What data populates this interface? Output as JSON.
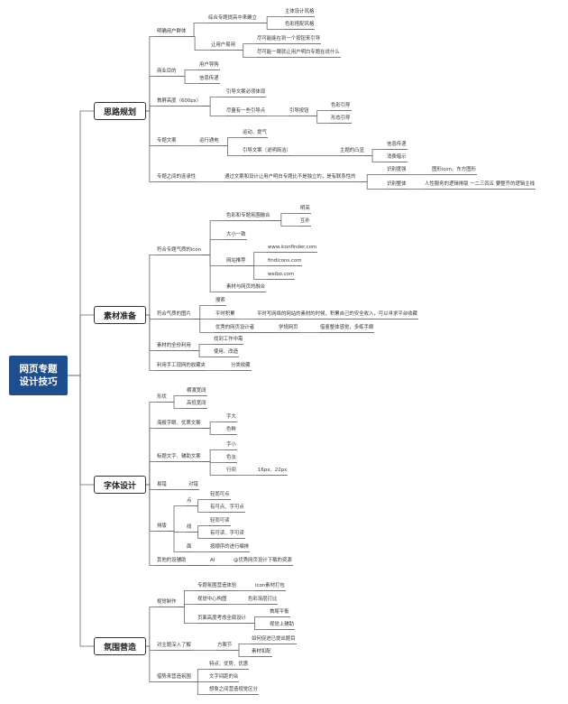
{
  "root": {
    "line1": "网页专题",
    "line2": "设计技巧"
  },
  "branch1": {
    "title": "思路规划",
    "a": "明确用户群体",
    "a1": "综合专题提高中来确立",
    "a1a": "主体设计风格",
    "a1b": "色彩搭配风格",
    "a2": "让用户易用",
    "a2a": "尽可能能在到一个按钮来引导",
    "a2b": "尽可能一眼就让用户明白专题在说什么",
    "b": "商业目的",
    "b1": "用户导购",
    "b2": "信息传递",
    "c": "首屏高度（600px）",
    "c1": "引导文案必须体现",
    "c2": "尽量有一些引导点",
    "c2a": "引导按钮",
    "c2a1": "色彩引导",
    "c2a2": "形态引导",
    "d": "专题文案",
    "d1": "运行通电",
    "d1a": "运动、提气",
    "d1b": "引导文案（说明简洁）",
    "d1b1": "主题的凸显",
    "d1b1a": "信息传递",
    "d1b1b": "消费暗示",
    "e": "专题之间的连承性",
    "e1": "通过文案和设计让用户明白专题比不是独立的，是有联系性的",
    "e1a": "识别度强",
    "e1a1": "图形icon、东方图形",
    "e1b": "识别整体",
    "e1b1": "人性服务的逻辑排版 一二三四五 要整齐的逻辑主线"
  },
  "branch2": {
    "title": "素材准备",
    "a": "符合专题气质的icon",
    "a1": "色彩和专题氛围融合",
    "a1a": "明亮",
    "a1b": "互补",
    "a2": "大小一致",
    "a3": "网站推荐",
    "a3a": "www.iconfinder.com",
    "a3b": "findicons.com",
    "a3c": "weibo.com",
    "a4": "素材与网页的融合",
    "b": "符合气质的图片",
    "b1": "搜索",
    "b2": "平时积累",
    "b2a": "平时写网络的网站的素材的时候，积累自己的安全收入，可以寻求平台收藏",
    "b3": "优秀的网页设计者",
    "b3a": "学规网页",
    "b3b": "借鉴整体感觉，多练手眼",
    "c": "素材的全份利用",
    "c1": "找到工作中需",
    "c2": "使用、改造",
    "d": "利用手工现网的收藏夹",
    "d1": "分类收藏"
  },
  "branch3": {
    "title": "字体设计",
    "a": "形状",
    "a1": "横渡宽阔",
    "a2": "高低宽阔",
    "b": "海报字眼、优质文案",
    "b1": "字大",
    "b2": "色鲜",
    "c": "标题文字、辅助文案",
    "c1": "字小",
    "c2": "色淡",
    "c3": "行间",
    "c3a": "16px、22px",
    "d": "易错",
    "d1": "对错",
    "e": "排版",
    "e1": "点",
    "e1a": "轻而可点",
    "e1b": "有可点、字可点",
    "e2": "线",
    "e2a": "轻而可读",
    "e2b": "有可读、字可读",
    "e3": "面",
    "e3a": "按顺序的进行编排",
    "f": "其他的设辅助",
    "f1": "AI",
    "f2": "@优秀网页设计下载的资源"
  },
  "branch4": {
    "title": "氛围营造",
    "a": "视觉制作",
    "a1": "专题氛围营造体验",
    "a1a": "icon素材打包",
    "a2": "视觉中心构图",
    "a2a": "色彩渐层打比",
    "a3": "页面高度考虑全局设计",
    "a3a": "首尾平衡",
    "a3b": "视觉上辅助",
    "b": "对主题深入了解",
    "b1": "方案节",
    "b1a": "如何促进已提出题目",
    "b1b": "素材如配",
    "c": "借势来营造氛围",
    "c1": "特点、优势、优惠",
    "c2": "文字间距的合",
    "c3": "想象之间营造视觉区分"
  }
}
